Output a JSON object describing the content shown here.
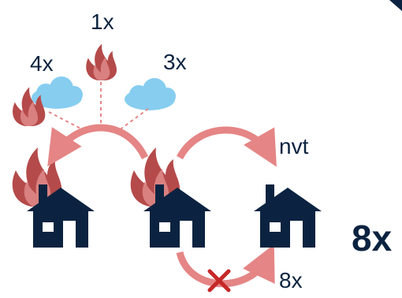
{
  "diagram": {
    "labels": {
      "top_flame_count": "1x",
      "left_flame_count": "4x",
      "right_flame_count": "3x",
      "no_spread": "nvt",
      "bottom_spread": "8x",
      "total": "8x"
    },
    "colors": {
      "house": "#0b2340",
      "flame_dark": "#b54a4a",
      "flame_light": "#d98080",
      "arrow": "#e58585",
      "cloud": "#86cdf0",
      "cross": "#c62828"
    },
    "icons": [
      "house-icon",
      "flame-icon",
      "cloud-icon",
      "cross-icon"
    ]
  }
}
